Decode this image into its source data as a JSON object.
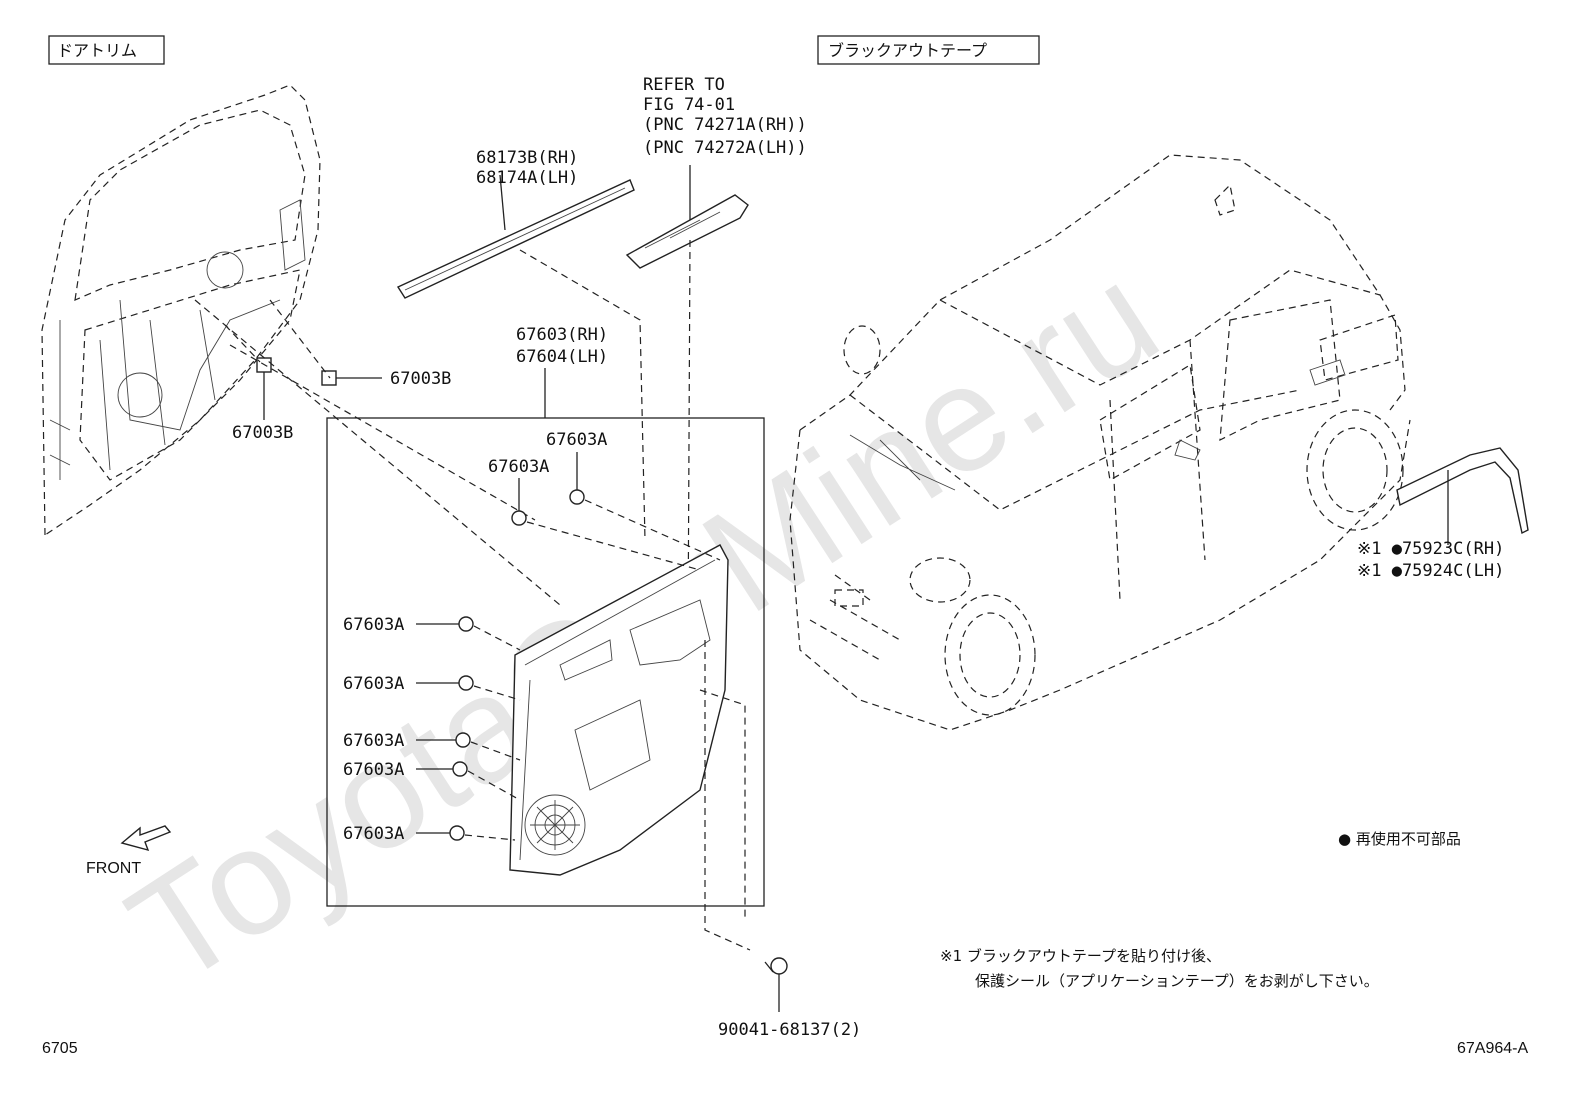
{
  "watermark": "ToyotaCarMine.ru",
  "sections": {
    "door_trim": "ドアトリム",
    "blackout_tape": "ブラックアウトテープ"
  },
  "refer": {
    "line1": "REFER TO",
    "line2": "FIG 74-01",
    "line3": "(PNC 74271A(RH))",
    "line4": "(PNC 74272A(LH))"
  },
  "parts": {
    "moulding_rh": "68173B(RH)",
    "moulding_lh": "68174A(LH)",
    "panel_rh": "67603(RH)",
    "panel_lh": "67604(LH)",
    "clip_b_1": "67003B",
    "clip_b_2": "67003B",
    "clip_a_1": "67603A",
    "clip_a_2": "67603A",
    "clip_a_3": "67603A",
    "clip_a_4": "67603A",
    "clip_a_5": "67603A",
    "clip_a_6": "67603A",
    "clip_a_7": "67603A",
    "screw": "90041-68137(2)",
    "tape_rh": "※1 ●75923C(RH)",
    "tape_lh": "※1 ●75924C(LH)"
  },
  "front_label": "FRONT",
  "legend": "● 再使用不可部品",
  "note": {
    "line1": "※1 ブラックアウトテープを貼り付け後、",
    "line2": "保護シール（アプリケーションテープ）をお剥がし下さい。"
  },
  "footer": {
    "page": "6705",
    "code": "67A964-A"
  }
}
